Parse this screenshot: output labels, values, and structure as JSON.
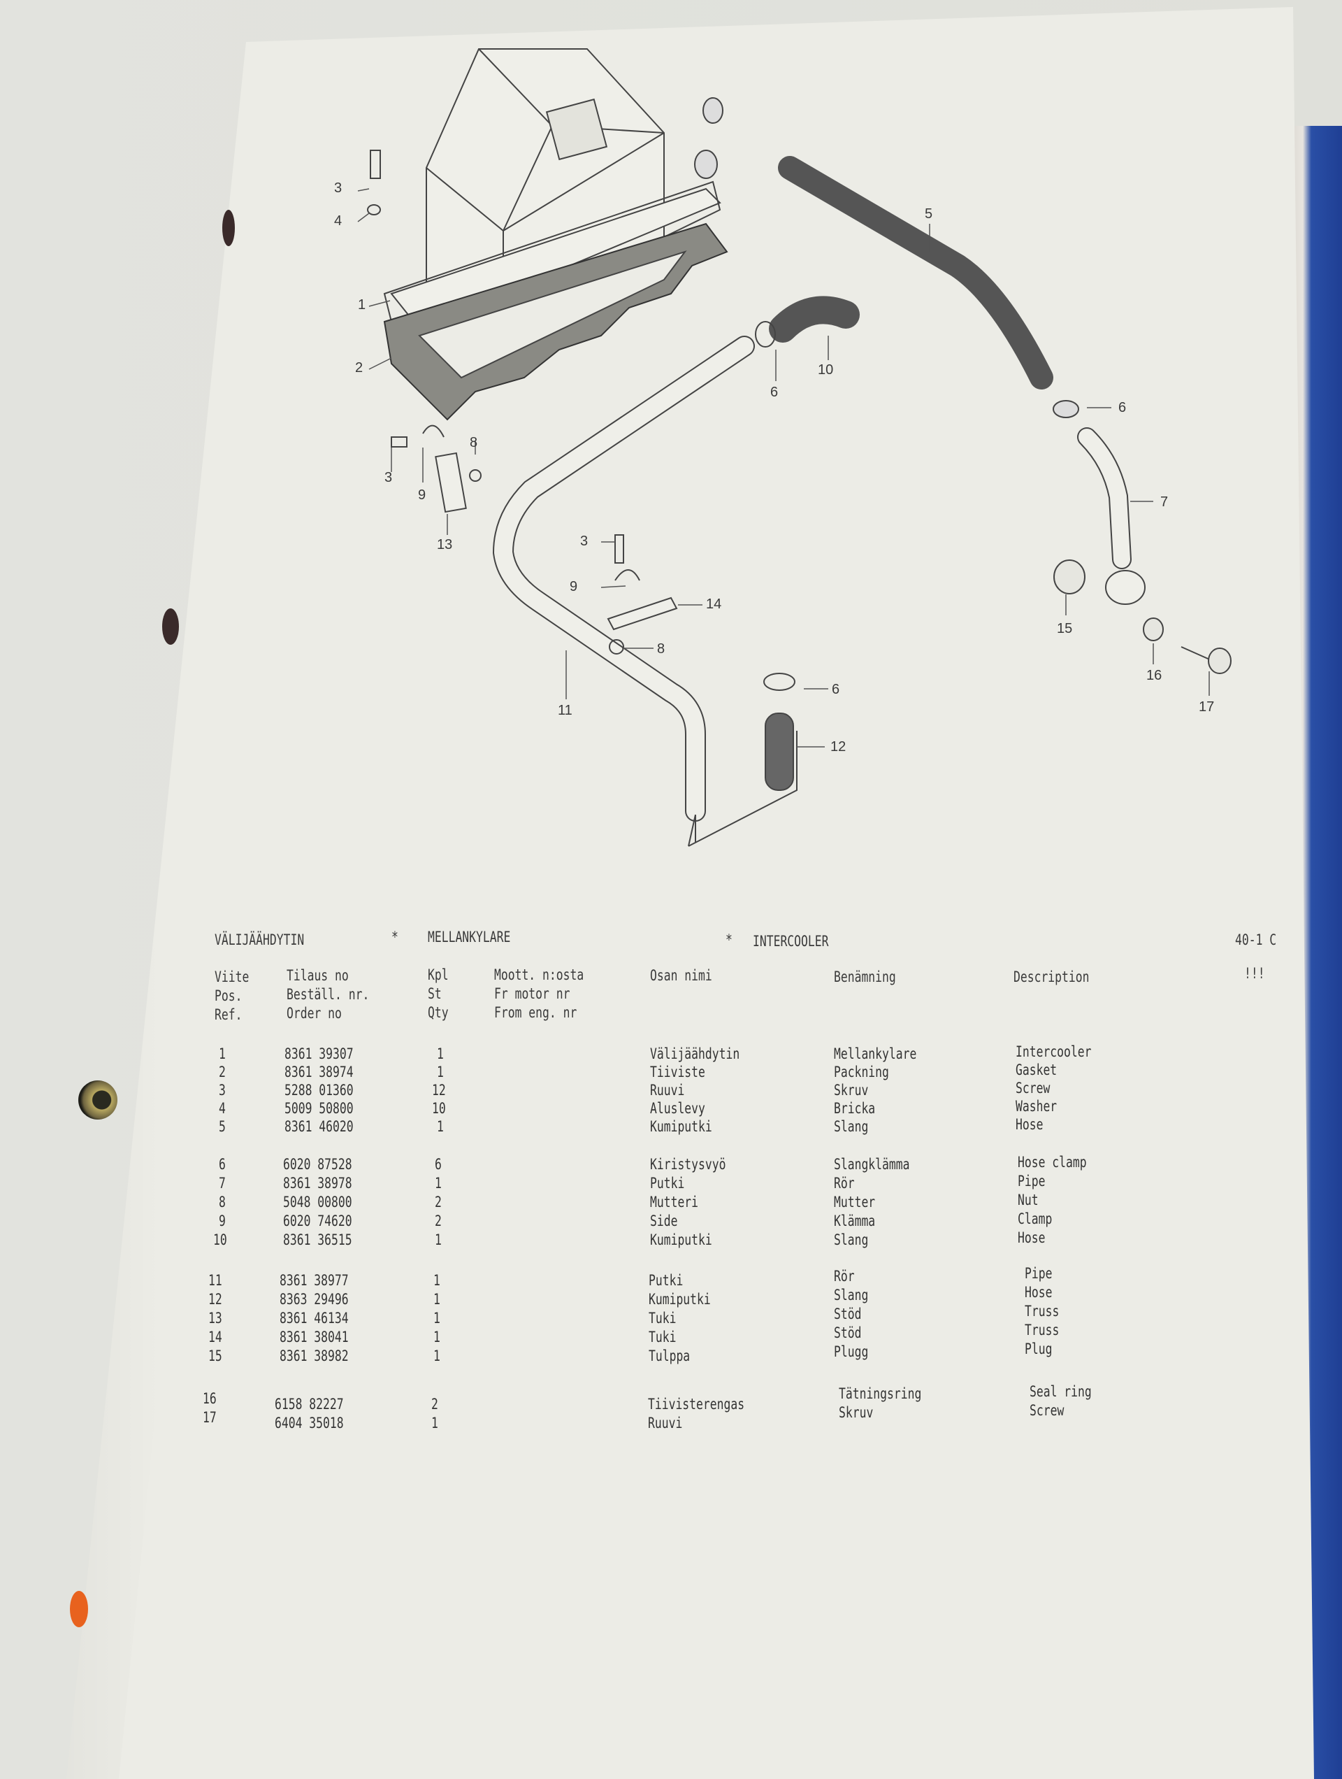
{
  "section": {
    "title_fi": "VÄLIJÄÄHDYTIN",
    "sep1": "*",
    "title_sv": "MELLANKYLARE",
    "sep2": "*",
    "title_en": "INTERCOOLER",
    "page_ref": "40-1 C"
  },
  "columns": {
    "ref": [
      "Viite",
      "Pos.",
      "Ref."
    ],
    "order": [
      "Tilaus no",
      "Beställ. nr.",
      "Order no"
    ],
    "qty": [
      "Kpl",
      "St",
      "Qty"
    ],
    "from_engine": [
      "Moott. n:osta",
      "Fr motor nr",
      "From eng. nr"
    ],
    "name_fi": "Osan nimi",
    "name_sv": "Benämning",
    "name_en": "Description",
    "notes": "!!!"
  },
  "parts": [
    {
      "ref": "1",
      "order": "8361 39307",
      "qty": "1",
      "fi": "Välijäähdytin",
      "sv": "Mellankylare",
      "en": "Intercooler"
    },
    {
      "ref": "2",
      "order": "8361 38974",
      "qty": "1",
      "fi": "Tiiviste",
      "sv": "Packning",
      "en": "Gasket"
    },
    {
      "ref": "3",
      "order": "5288 01360",
      "qty": "12",
      "fi": "Ruuvi",
      "sv": "Skruv",
      "en": "Screw"
    },
    {
      "ref": "4",
      "order": "5009 50800",
      "qty": "10",
      "fi": "Aluslevy",
      "sv": "Bricka",
      "en": "Washer"
    },
    {
      "ref": "5",
      "order": "8361 46020",
      "qty": "1",
      "fi": "Kumiputki",
      "sv": "Slang",
      "en": "Hose"
    },
    {
      "ref": "6",
      "order": "6020 87528",
      "qty": "6",
      "fi": "Kiristysvyö",
      "sv": "Slangklämma",
      "en": "Hose clamp"
    },
    {
      "ref": "7",
      "order": "8361 38978",
      "qty": "1",
      "fi": "Putki",
      "sv": "Rör",
      "en": "Pipe"
    },
    {
      "ref": "8",
      "order": "5048 00800",
      "qty": "2",
      "fi": "Mutteri",
      "sv": "Mutter",
      "en": "Nut"
    },
    {
      "ref": "9",
      "order": "6020 74620",
      "qty": "2",
      "fi": "Side",
      "sv": "Klämma",
      "en": "Clamp"
    },
    {
      "ref": "10",
      "order": "8361 36515",
      "qty": "1",
      "fi": "Kumiputki",
      "sv": "Slang",
      "en": "Hose"
    },
    {
      "ref": "11",
      "order": "8361 38977",
      "qty": "1",
      "fi": "Putki",
      "sv": "Rör",
      "en": "Pipe"
    },
    {
      "ref": "12",
      "order": "8363 29496",
      "qty": "1",
      "fi": "Kumiputki",
      "sv": "Slang",
      "en": "Hose"
    },
    {
      "ref": "13",
      "order": "8361 46134",
      "qty": "1",
      "fi": "Tuki",
      "sv": "Stöd",
      "en": "Truss"
    },
    {
      "ref": "14",
      "order": "8361 38041",
      "qty": "1",
      "fi": "Tuki",
      "sv": "Stöd",
      "en": "Truss"
    },
    {
      "ref": "15",
      "order": "8361 38982",
      "qty": "1",
      "fi": "Tulppa",
      "sv": "Plugg",
      "en": "Plug"
    },
    {
      "ref": "16",
      "order": "6158 82227",
      "qty": "2",
      "fi": "Tiivisterengas",
      "sv": "Tätningsring",
      "en": "Seal ring"
    },
    {
      "ref": "17",
      "order": "6404 35018",
      "qty": "1",
      "fi": "Ruuvi",
      "sv": "Skruv",
      "en": "Screw"
    }
  ],
  "diagram": {
    "callouts": [
      "1",
      "2",
      "3",
      "4",
      "5",
      "6",
      "6",
      "6",
      "6",
      "7",
      "8",
      "8",
      "9",
      "9",
      "10",
      "11",
      "12",
      "13",
      "14",
      "3",
      "3",
      "15",
      "16",
      "17"
    ]
  },
  "colors": {
    "paper": "#ecece6",
    "ink": "#333333",
    "binder_blue": "#1f3f94",
    "tab_orange": "#e8621e"
  }
}
